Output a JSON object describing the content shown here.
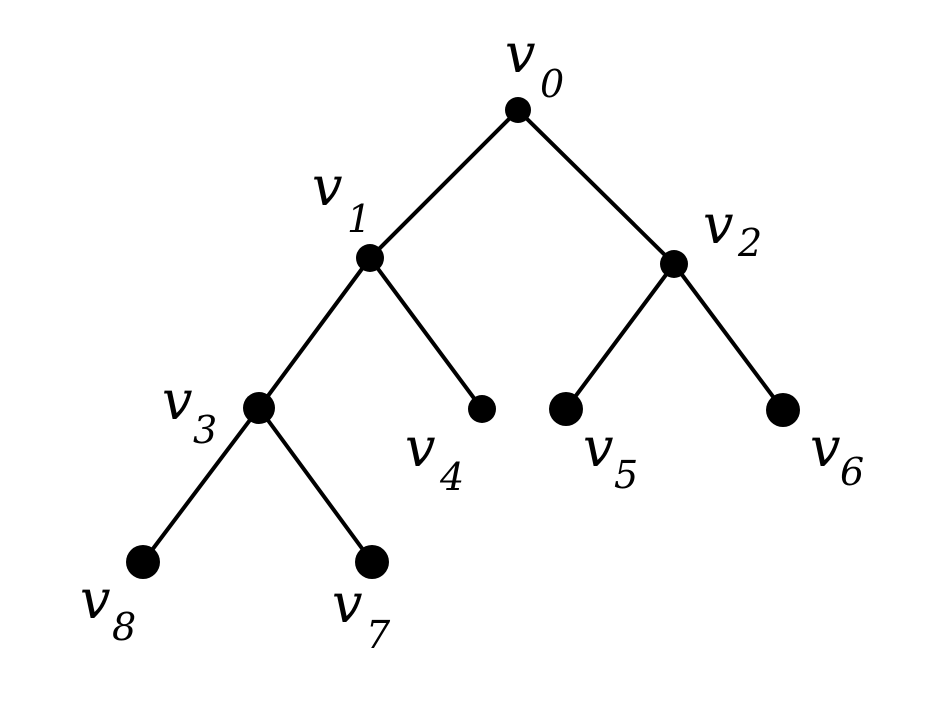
{
  "tree": {
    "nodes": [
      {
        "id": "v0",
        "letter": "v",
        "index": "0"
      },
      {
        "id": "v1",
        "letter": "v",
        "index": "1"
      },
      {
        "id": "v2",
        "letter": "v",
        "index": "2"
      },
      {
        "id": "v3",
        "letter": "v",
        "index": "3"
      },
      {
        "id": "v4",
        "letter": "v",
        "index": "4"
      },
      {
        "id": "v5",
        "letter": "v",
        "index": "5"
      },
      {
        "id": "v6",
        "letter": "v",
        "index": "6"
      },
      {
        "id": "v7",
        "letter": "v",
        "index": "7"
      },
      {
        "id": "v8",
        "letter": "v",
        "index": "8"
      }
    ],
    "edges": [
      [
        "v0",
        "v1"
      ],
      [
        "v0",
        "v2"
      ],
      [
        "v1",
        "v3"
      ],
      [
        "v1",
        "v4"
      ],
      [
        "v2",
        "v5"
      ],
      [
        "v2",
        "v6"
      ],
      [
        "v3",
        "v8"
      ],
      [
        "v3",
        "v7"
      ]
    ],
    "colors": {
      "node": "#000000",
      "edge": "#000000",
      "background": "#ffffff"
    }
  }
}
